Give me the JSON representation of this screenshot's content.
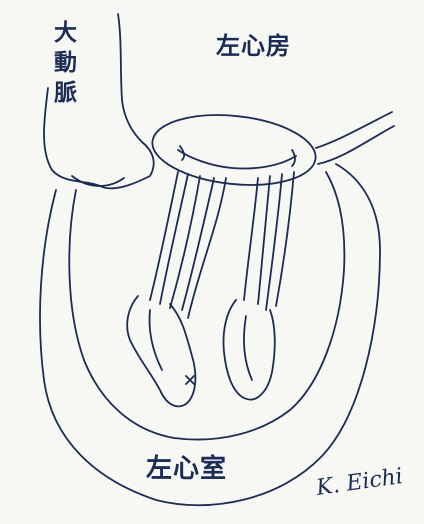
{
  "labels": {
    "left_atrium": "左心房",
    "aorta": "大動脈",
    "left_ventricle": "左心室"
  },
  "signature": "K. Eichi",
  "colors": {
    "ink": "#1b2c55",
    "paper": "#f7f7f4"
  }
}
